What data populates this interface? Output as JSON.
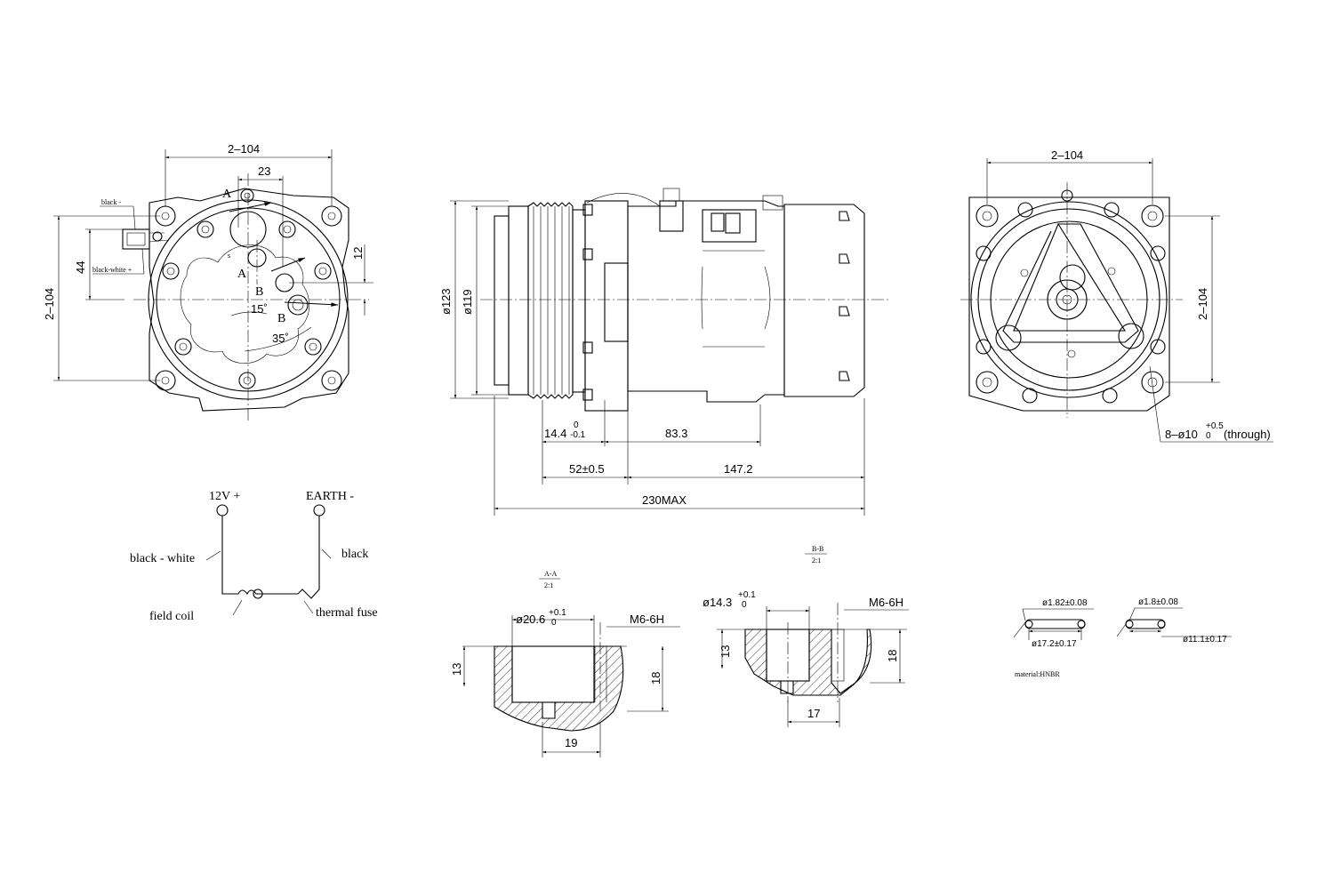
{
  "front_view": {
    "dim_bolt_pitch_h": "2–104",
    "dim_23": "23",
    "dim_44": "44",
    "dim_bolt_pitch_v": "2–104",
    "dim_12": "12",
    "label_A_top": "A",
    "label_A_mid": "A",
    "label_B_top": "B",
    "label_B_bottom": "B",
    "label_s": "s",
    "angle_15": "15˚",
    "angle_35": "35˚",
    "wire_black": "black -",
    "wire_black_white": "black-white +"
  },
  "side_view": {
    "dia_123": "ø123",
    "dia_119": "ø119",
    "dim_14_4": "14.4",
    "dim_14_4_tol_upper": "0",
    "dim_14_4_tol_lower": "-0.1",
    "dim_83_3": "83.3",
    "dim_52": "52±0.5",
    "dim_147_2": "147.2",
    "dim_230": "230MAX"
  },
  "rear_view": {
    "dim_bolt_pitch_h": "2–104",
    "dim_bolt_pitch_v": "2–104",
    "hole_callout": "8–ø10",
    "hole_tol_upper": "+0.5",
    "hole_tol_lower": "0",
    "hole_note": "(through)"
  },
  "wiring": {
    "terminal_12v": "12V +",
    "terminal_earth": "EARTH -",
    "wire_left": "black - white",
    "wire_right": "black",
    "coil_label": "field coil",
    "fuse_label": "thermal fuse"
  },
  "section_aa": {
    "title": "A-A",
    "scale": "2:1",
    "bore": "ø20.6",
    "bore_tol_upper": "+0.1",
    "bore_tol_lower": "0",
    "thread": "M6-6H",
    "dim_13": "13",
    "dim_18": "18",
    "dim_19": "19"
  },
  "section_bb": {
    "title": "B-B",
    "scale": "2:1",
    "bore": "ø14.3",
    "bore_tol_upper": "+0.1",
    "bore_tol_lower": "0",
    "thread": "M6-6H",
    "dim_13": "13",
    "dim_18": "18",
    "dim_17": "17"
  },
  "orings": {
    "ring1_cs": "ø1.82±0.08",
    "ring1_id": "ø17.2±0.17",
    "ring2_cs": "ø1.8±0.08",
    "ring2_id": "ø11.1±0.17",
    "material": "material:HNBR"
  }
}
